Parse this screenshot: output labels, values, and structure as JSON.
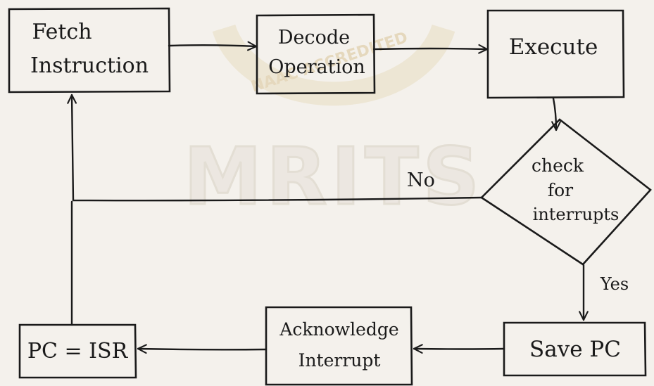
{
  "watermark": {
    "logo_text": "MRITS",
    "seal_text": "NAAC ACCREDITED"
  },
  "nodes": {
    "fetch": {
      "line1": "Fetch",
      "line2": "Instruction"
    },
    "decode": {
      "line1": "Decode",
      "line2": "Operation"
    },
    "execute": {
      "label": "Execute"
    },
    "check": {
      "line1": "check",
      "line2": "for",
      "line3": "interrupts"
    },
    "save_pc": {
      "label": "Save PC"
    },
    "acknowledge": {
      "line1": "Acknowledge",
      "line2": "Interrupt"
    },
    "pc_isr": {
      "label": "PC = ISR"
    }
  },
  "edges": {
    "no_label": "No",
    "yes_label": "Yes"
  },
  "colors": {
    "ink": "#1a1a1a",
    "paper": "#f4f1ec",
    "watermark": "#e9e3da",
    "seal": "#eadfc6"
  }
}
